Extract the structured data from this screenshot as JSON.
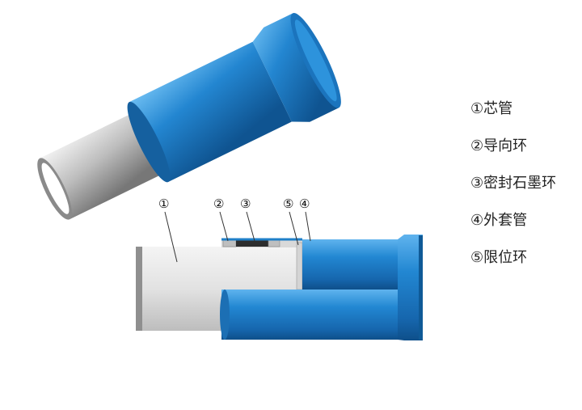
{
  "callouts": [
    "①",
    "②",
    "③",
    "⑤",
    "④"
  ],
  "legend": [
    "①芯管",
    "②导向环",
    "③密封石墨环",
    "④外套管",
    "⑤限位环"
  ],
  "colors": {
    "outer_sleeve": "#1f7fc8",
    "outer_sleeve_dark": "#0f5a97",
    "core_tube": "#e4e4e4",
    "core_tube_dark": "#9a9a9a",
    "graphite_ring": "#2d2d2d",
    "guide_ring": "#bfbfbf"
  }
}
